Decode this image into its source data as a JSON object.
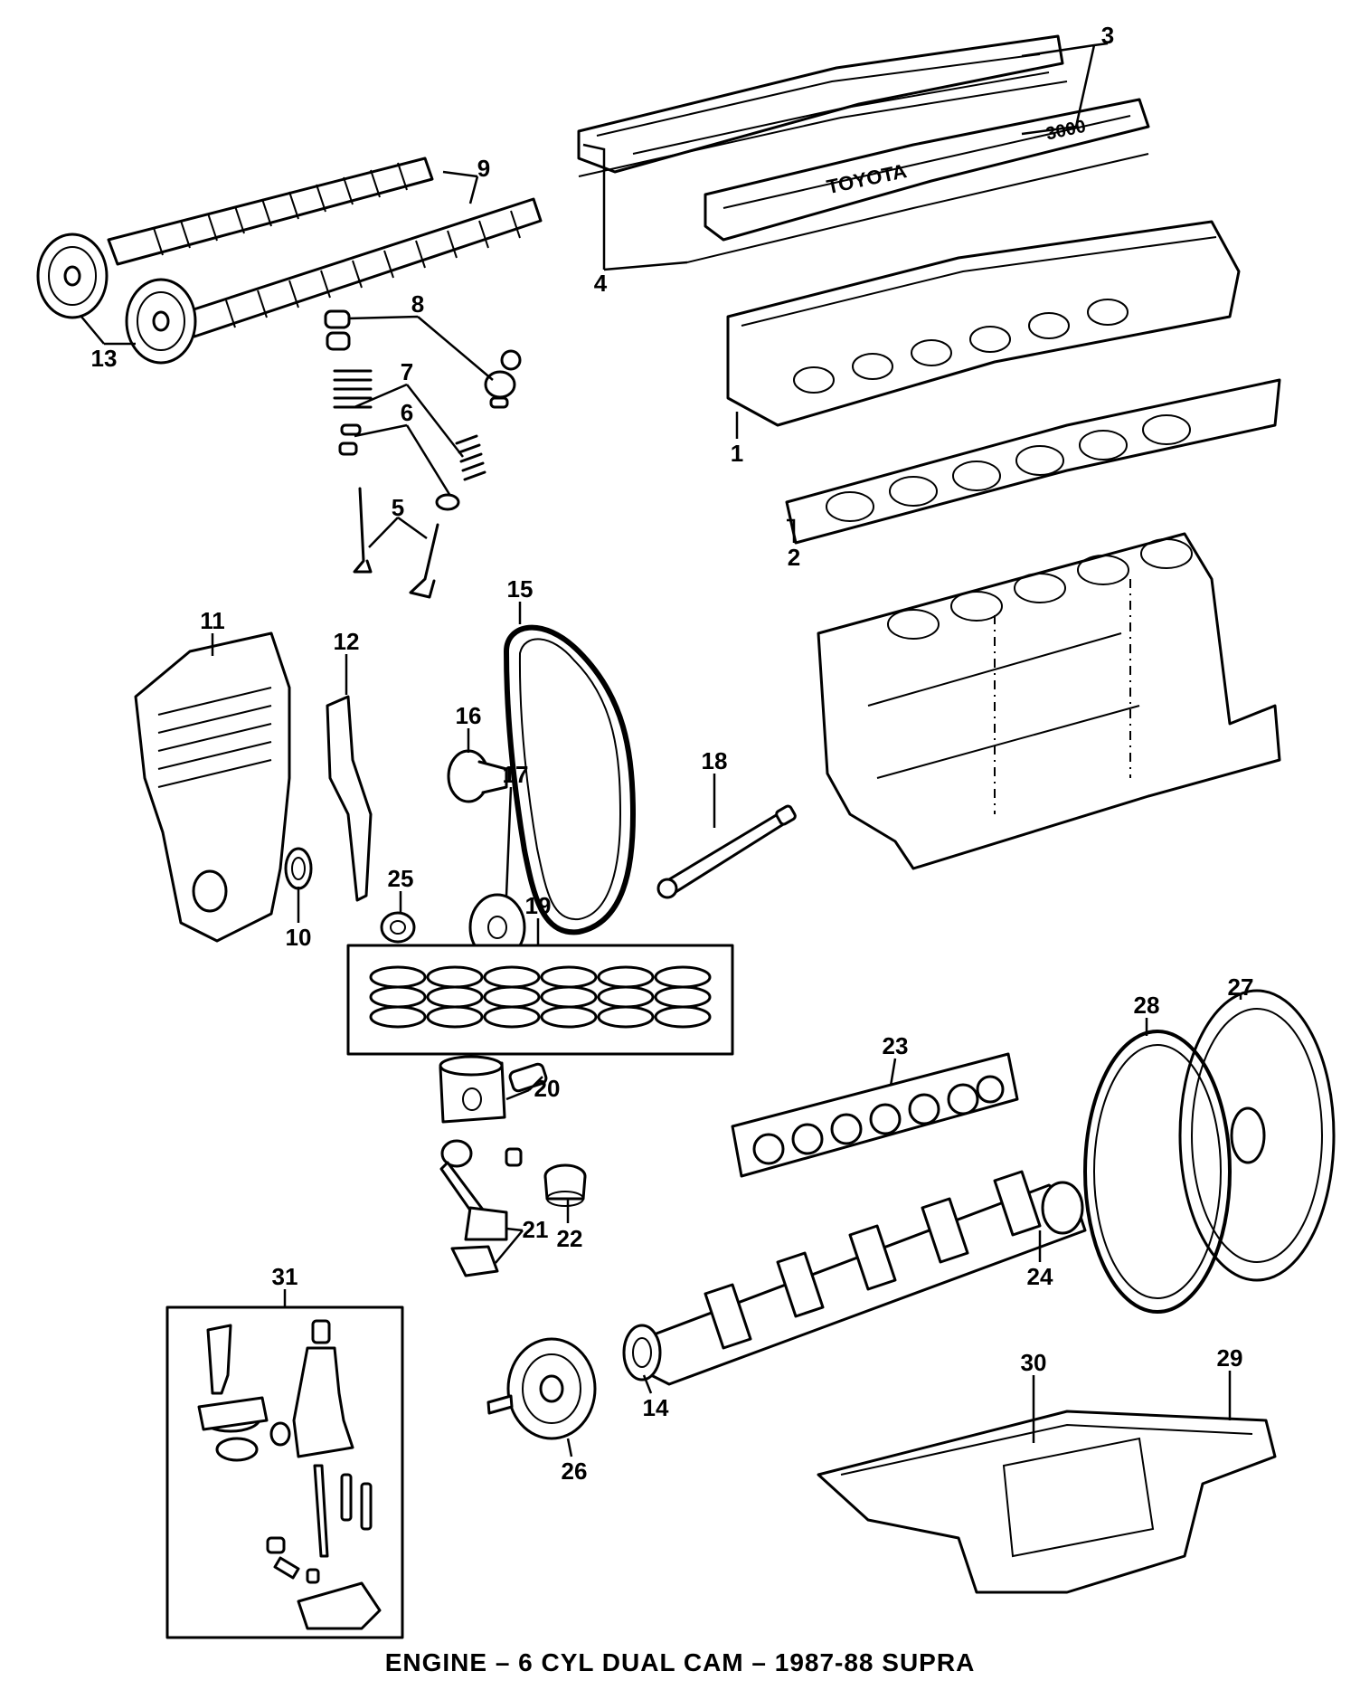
{
  "caption": "ENGINE – 6 CYL DUAL CAM – 1987-88 SUPRA",
  "callouts": [
    "1",
    "2",
    "3",
    "4",
    "5",
    "6",
    "7",
    "8",
    "9",
    "10",
    "11",
    "12",
    "13",
    "14",
    "15",
    "16",
    "17",
    "18",
    "19",
    "20",
    "21",
    "22",
    "23",
    "24",
    "25",
    "26",
    "27",
    "28",
    "29",
    "30",
    "31"
  ],
  "cover_text": [
    "TOYOTA",
    "3000"
  ]
}
